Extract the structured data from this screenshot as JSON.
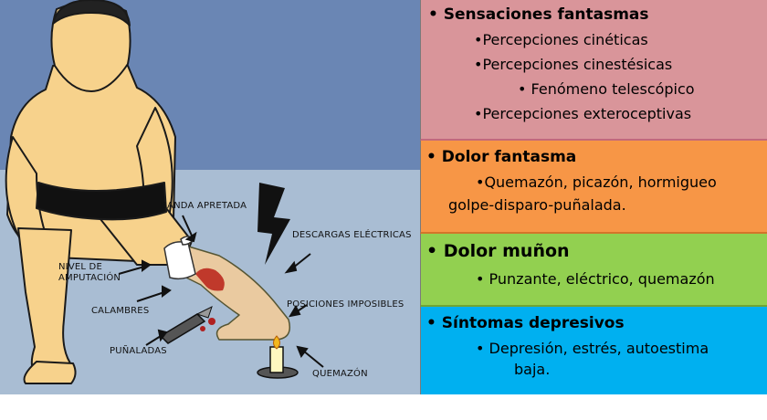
{
  "illustration": {
    "labels": {
      "banda": "BANDA APRETADA",
      "descargas": "DESCARGAS ELÉCTRICAS",
      "nivel_1": "NIVEL DE",
      "nivel_2": "AMPUTACIÓN",
      "calambres": "CALAMBRES",
      "posiciones": "POSICIONES IMPOSIBLES",
      "punaladas": "PUÑALADAS",
      "quemazon": "QUEMAZÓN"
    }
  },
  "panels": [
    {
      "title": "• Sensaciones fantasmas",
      "color": "#d9959a",
      "lines": [
        "•Percepciones cinéticas",
        "•Percepciones cinestésicas",
        "• Fenómeno telescópico",
        "•Percepciones exteroceptivas"
      ]
    },
    {
      "title": "• Dolor fantasma",
      "color": "#f79646",
      "lines": [
        "•Quemazón, picazón, hormigueo",
        "golpe-disparo-puñalada."
      ]
    },
    {
      "title": "• Dolor muñon",
      "color": "#92d050",
      "lines": [
        "• Punzante, eléctrico, quemazón"
      ]
    },
    {
      "title": "• Síntomas depresivos",
      "color": "#00b0f0",
      "lines": [
        "• Depresión, estrés, autoestima",
        "baja."
      ]
    }
  ]
}
